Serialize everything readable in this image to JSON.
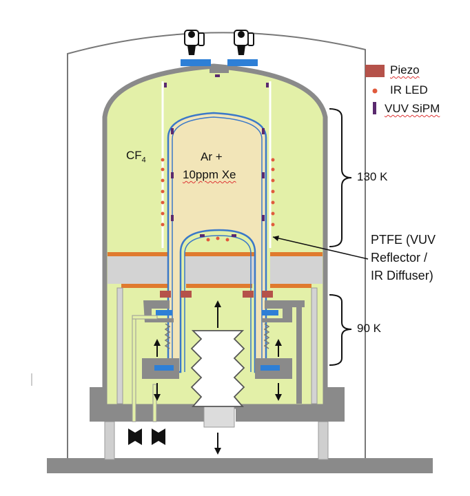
{
  "legend": {
    "piezo": {
      "label": "Piezo",
      "color": "#b5524a"
    },
    "ir_led": {
      "label": "IR LED",
      "color": "#e05a3c"
    },
    "vuv_sipm": {
      "label": "VUV SiPM",
      "color": "#5a2a6e"
    }
  },
  "labels": {
    "cf4_main": "CF",
    "cf4_sub": "4",
    "gas_line1": "Ar +",
    "gas_line2": "10ppm Xe",
    "temp_upper": "130 K",
    "temp_lower": "90 K",
    "ptfe_line1": "PTFE (VUV",
    "ptfe_line2": "Reflector /",
    "ptfe_line3": "IR Diffuser)"
  },
  "colors": {
    "cf4_fluid": "#e3f0a8",
    "inner_gas": "#f2e5b8",
    "steel": "#8a8a8a",
    "steel_light": "#d3d3d3",
    "ptfe_line": "#3a78c8",
    "window": "#2e7fd6",
    "flange": "#e07a2e"
  },
  "icons": [
    "camera-icon",
    "camera-icon",
    "valve-icon",
    "valve-icon",
    "arrow-up-icon",
    "arrow-down-icon"
  ]
}
